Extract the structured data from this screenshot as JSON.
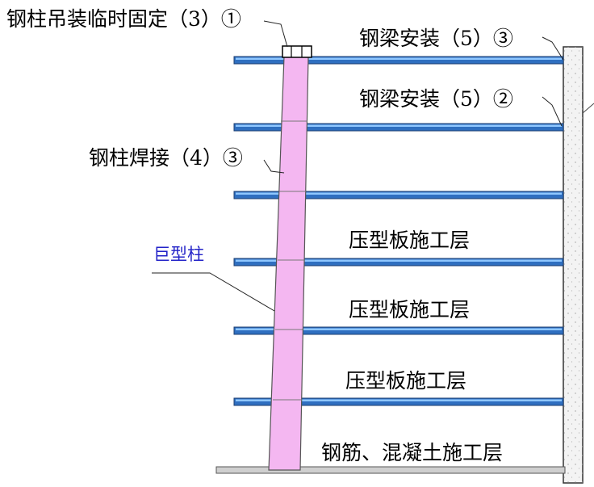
{
  "labels": {
    "column_hoist": "钢柱吊装临时固定（3）①",
    "beam_install_top": "钢梁安装（5）③",
    "beam_install_second": "钢梁安装（5）②",
    "column_weld": "钢柱焊接（4）③",
    "mega_column": "巨型柱",
    "deck_layer_1": "压型板施工层",
    "deck_layer_2": "压型板施工层",
    "deck_layer_3": "压型板施工层",
    "rebar_concrete_layer": "钢筋、混凝土施工层"
  },
  "colors": {
    "beam_fill": "#2f6fc0",
    "beam_highlight": "#8fc7ff",
    "column_fill": "#f4b7f1",
    "core_wall": "#f3f3f3",
    "mega_label": "#2323c8",
    "floor_slab": "#c9c9c9"
  }
}
